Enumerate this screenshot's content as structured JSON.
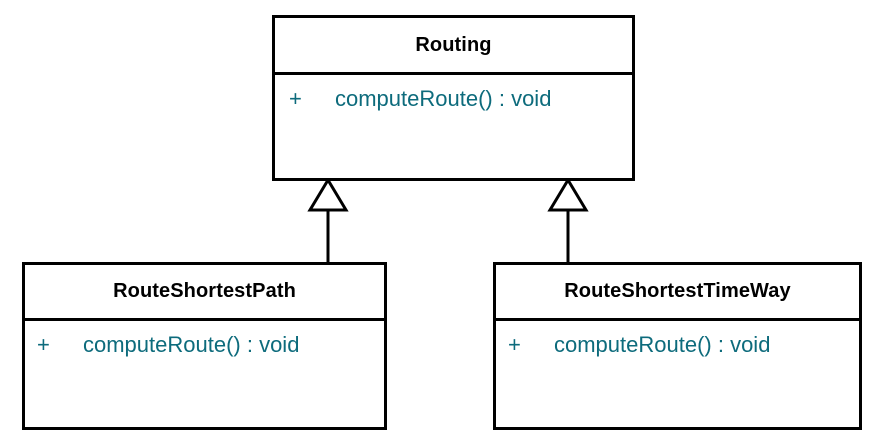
{
  "diagram": {
    "type": "uml-class-diagram",
    "background_color": "#ffffff",
    "line_color": "#000000",
    "class_name_color": "#000000",
    "member_text_color": "#0d6b7c",
    "classes": [
      {
        "id": "routing",
        "name": "Routing",
        "role": "superclass",
        "members": [
          {
            "visibility": "+",
            "signature": "computeRoute() : void"
          }
        ]
      },
      {
        "id": "route-shortest-path",
        "name": "RouteShortestPath",
        "role": "subclass",
        "members": [
          {
            "visibility": "+",
            "signature": "computeRoute() : void"
          }
        ]
      },
      {
        "id": "route-shortest-time-way",
        "name": "RouteShortestTimeWay",
        "role": "subclass",
        "members": [
          {
            "visibility": "+",
            "signature": "computeRoute() : void"
          }
        ]
      }
    ],
    "relationships": [
      {
        "id": "gen-left",
        "kind": "generalization",
        "from": "RouteShortestPath",
        "to": "Routing",
        "arrow": "hollow-triangle"
      },
      {
        "id": "gen-right",
        "kind": "generalization",
        "from": "RouteShortestTimeWay",
        "to": "Routing",
        "arrow": "hollow-triangle"
      }
    ]
  }
}
